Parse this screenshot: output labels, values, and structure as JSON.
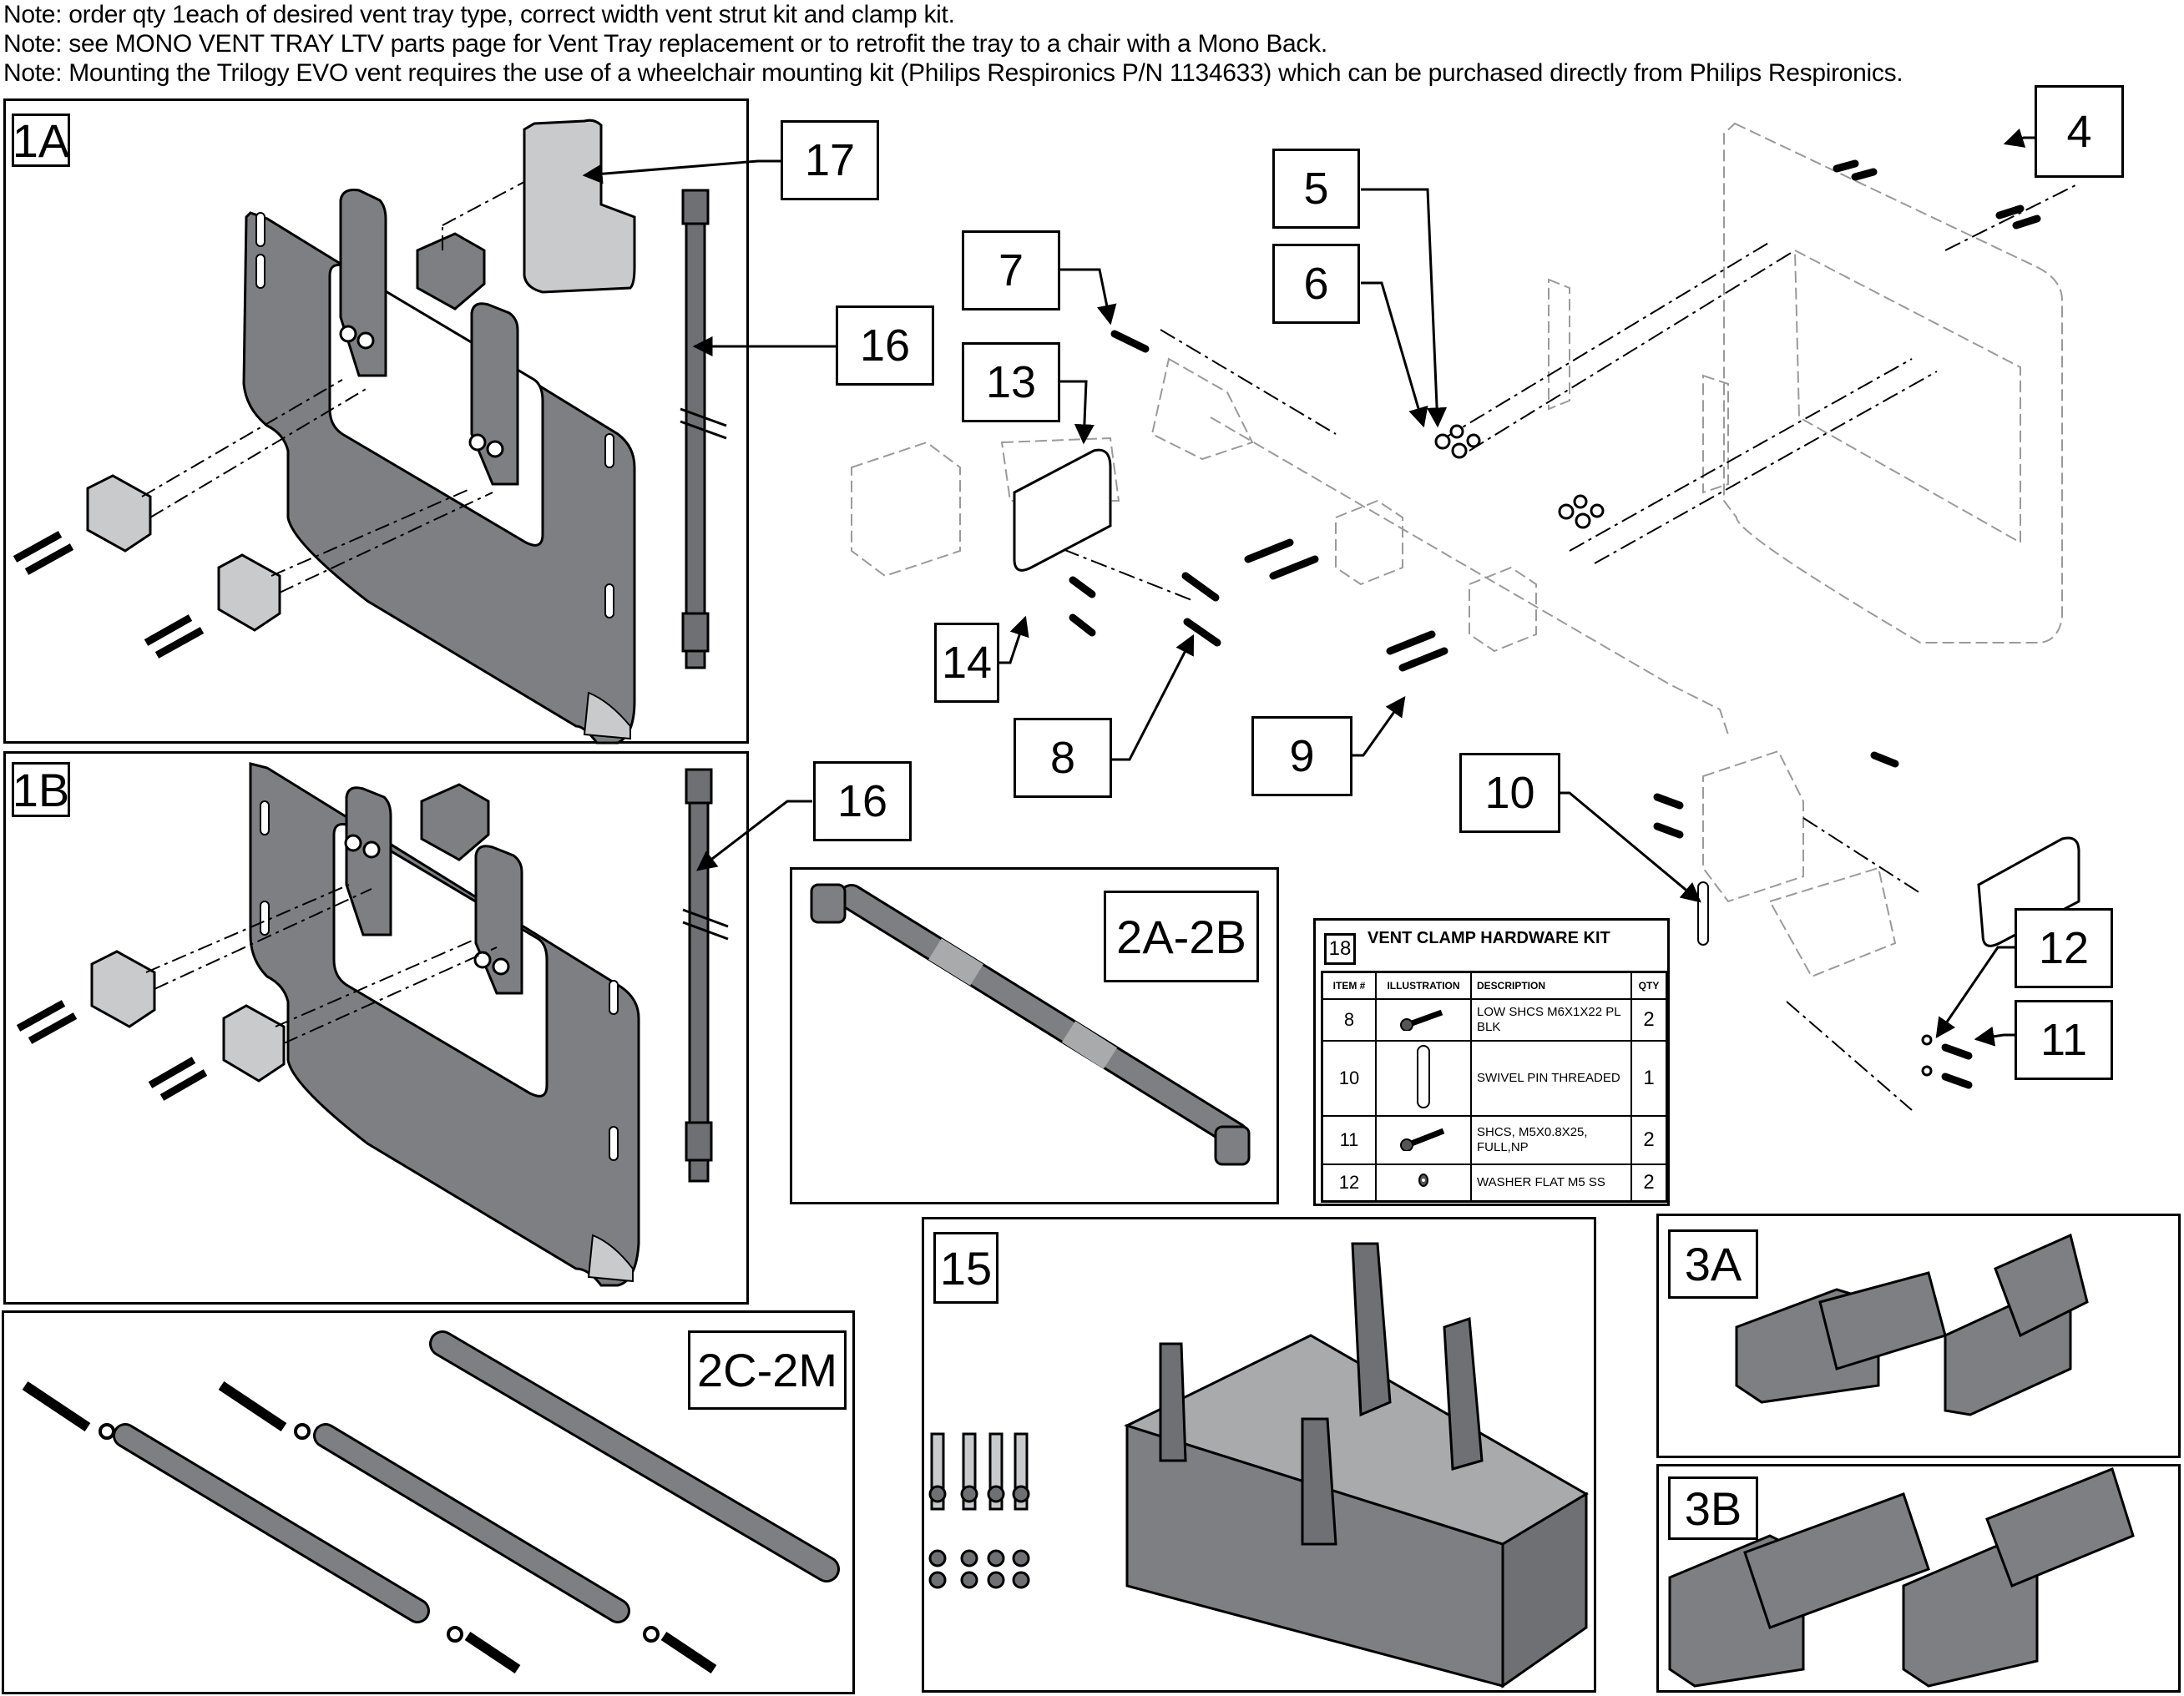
{
  "notes": [
    "Note: order qty 1each of desired vent tray type, correct width vent strut kit and clamp kit.",
    "Note: see MONO VENT TRAY LTV parts page for Vent Tray replacement or to retrofit the tray to a chair with a Mono Back.",
    "Note: Mounting the Trilogy EVO vent requires the use of a wheelchair mounting kit (Philips Respironics P/N 1134633) which can be purchased directly from Philips Respironics."
  ],
  "panels": {
    "p1a": "1A",
    "p1b": "1B",
    "p2ab": "2A-2B",
    "p2cm": "2C-2M",
    "p15": "15",
    "p3a": "3A",
    "p3b": "3B"
  },
  "callouts": {
    "c17": "17",
    "c16a": "16",
    "c16b": "16",
    "c7": "7",
    "c13": "13",
    "c14": "14",
    "c8": "8",
    "c5": "5",
    "c6": "6",
    "c4": "4",
    "c9": "9",
    "c10": "10",
    "c12": "12",
    "c11": "11"
  },
  "kit": {
    "number": "18",
    "title": "VENT CLAMP HARDWARE KIT",
    "headers": [
      "ITEM #",
      "ILLUSTRATION",
      "DESCRIPTION",
      "QTY"
    ],
    "rows": [
      {
        "item": "8",
        "illustration": "low-shcs-screw-icon",
        "description": "LOW SHCS M6X1X22 PL BLK",
        "qty": "2"
      },
      {
        "item": "10",
        "illustration": "swivel-pin-icon",
        "description": "SWIVEL PIN THREADED",
        "qty": "1"
      },
      {
        "item": "11",
        "illustration": "shcs-screw-icon",
        "description": "SHCS, M5X0.8X25, FULL,NP",
        "qty": "2"
      },
      {
        "item": "12",
        "illustration": "flat-washer-icon",
        "description": "WASHER FLAT M5 SS",
        "qty": "2"
      }
    ]
  },
  "colors": {
    "part_dark": "#7d7f82",
    "part_light": "#c9cacc",
    "phantom_line": "#9a9a9a",
    "line": "#000000"
  }
}
